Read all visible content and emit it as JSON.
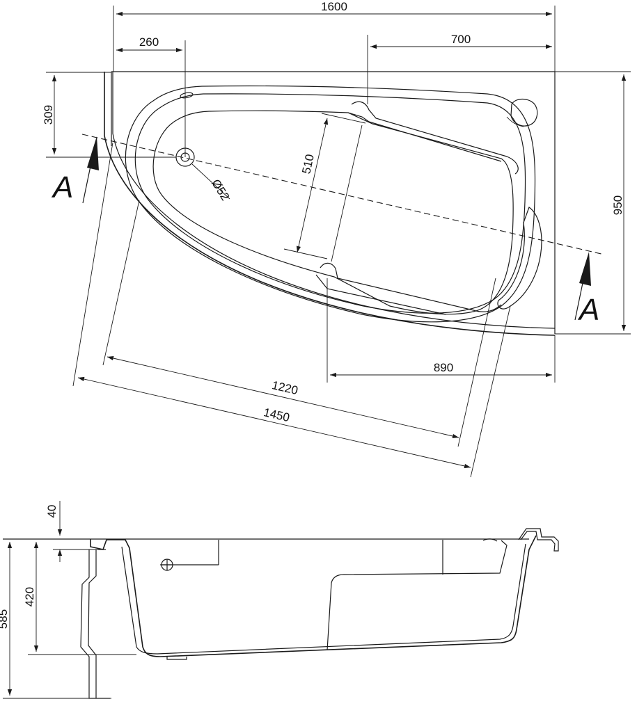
{
  "plan_view": {
    "dimensions": {
      "total_width": "1600",
      "drain_offset": "260",
      "headrest_width": "700",
      "drain_depth": "309",
      "total_depth": "950",
      "seat_width": "510",
      "drain_diameter": "Ø52",
      "front_span": "890",
      "inner_length": "1220",
      "outer_length": "1450"
    },
    "section_marks": {
      "left": "A",
      "right": "A"
    }
  },
  "section_view": {
    "dimensions": {
      "rim_thickness": "40",
      "inner_depth": "420",
      "total_height": "585"
    }
  }
}
